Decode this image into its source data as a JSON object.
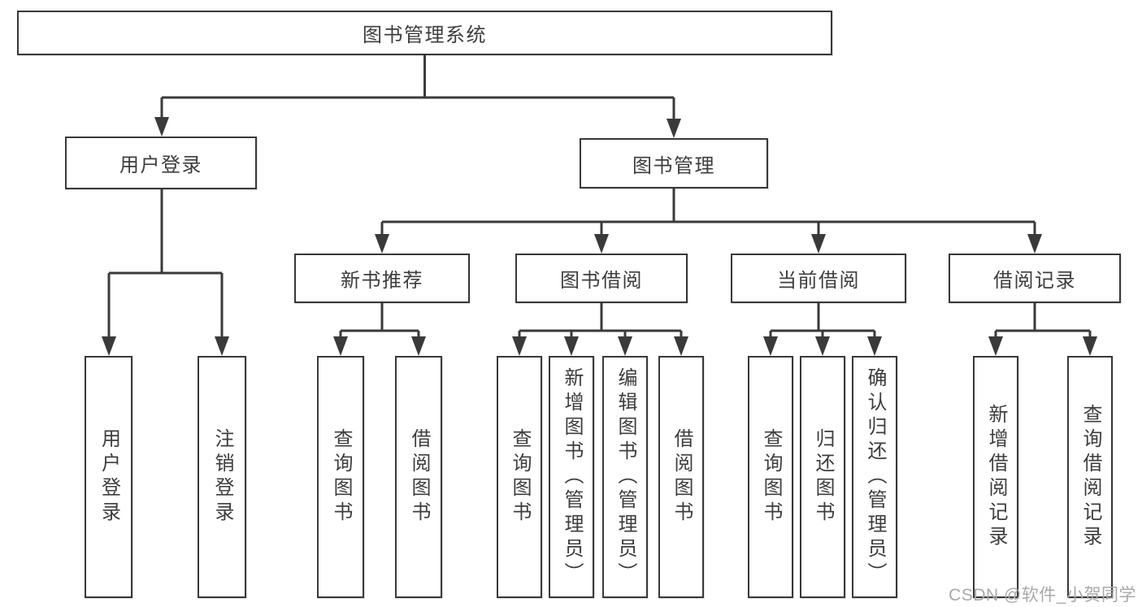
{
  "diagram_type": "hierarchy-tree",
  "style": {
    "background": "#ffffff",
    "line_color": "#3a3a3a",
    "box_border_color": "#383838",
    "text_color": "#3d3d3d",
    "watermark_color": "#a8a8a8"
  },
  "tree": {
    "root": {
      "label": "图书管理系统"
    },
    "level2": [
      {
        "label": "用户登录",
        "children": [
          {
            "label": "用户登录"
          },
          {
            "label": "注销登录"
          }
        ]
      },
      {
        "label": "图书管理",
        "children": [
          {
            "label": "新书推荐",
            "children": [
              {
                "label": "查询图书"
              },
              {
                "label": "借阅图书"
              }
            ]
          },
          {
            "label": "图书借阅",
            "children": [
              {
                "label": "查询图书"
              },
              {
                "label": "新增图书（管理员）"
              },
              {
                "label": "编辑图书（管理员）"
              },
              {
                "label": "借阅图书"
              }
            ]
          },
          {
            "label": "当前借阅",
            "children": [
              {
                "label": "查询图书"
              },
              {
                "label": "归还图书"
              },
              {
                "label": "确认归还（管理员）"
              }
            ]
          },
          {
            "label": "借阅记录",
            "children": [
              {
                "label": "新增借阅记录"
              },
              {
                "label": "查询借阅记录"
              }
            ]
          }
        ]
      }
    ]
  },
  "watermark": {
    "text": "CSDN @软件_小贺同学"
  }
}
